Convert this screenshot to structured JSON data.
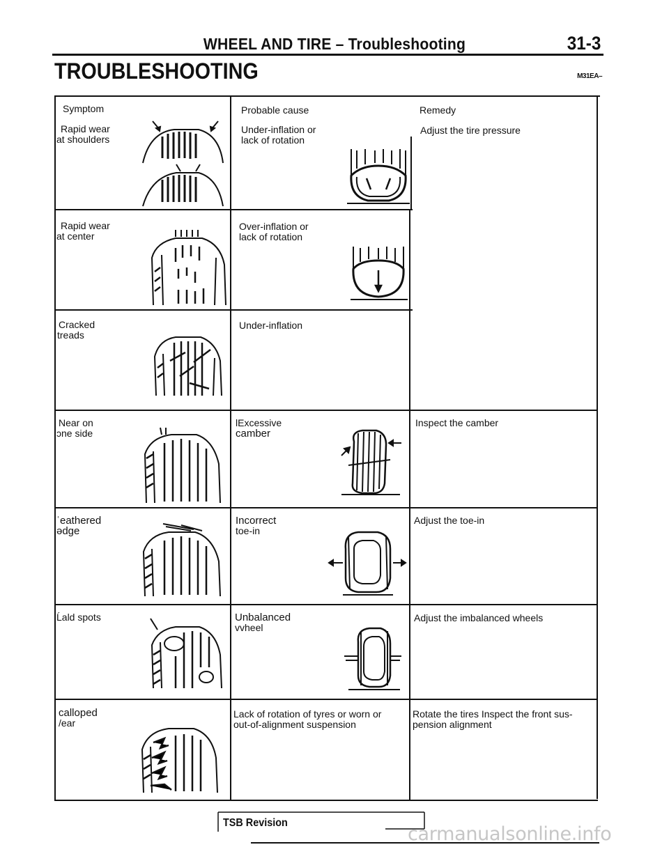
{
  "header": {
    "title": "WHEEL AND TIRE – Troubleshooting",
    "page_number": "31-3"
  },
  "section": {
    "title": "TROUBLESHOOTING",
    "code": "M31EA–"
  },
  "table": {
    "headers": {
      "symptom": "Symptom",
      "cause": "Probable cause",
      "remedy": "Remedy"
    },
    "rows": [
      {
        "symptom_line1": "Rapid wear",
        "symptom_line2": "at shoulders",
        "cause_line1": "Under-inflation or",
        "cause_line2": "lack of rotation",
        "remedy_line1": "Adjust the tire pressure",
        "remedy_line2": ""
      },
      {
        "symptom_line1": "Rapid wear",
        "symptom_line2": "at center",
        "cause_line1": "Over-inflation or",
        "cause_line2": "lack of rotation",
        "remedy_line1": "",
        "remedy_line2": ""
      },
      {
        "symptom_line1": "Cracked",
        "symptom_line2": "treads",
        "cause_line1": "Under-inflation",
        "cause_line2": "",
        "remedy_line1": "",
        "remedy_line2": ""
      },
      {
        "symptom_line1": "Near on",
        "symptom_line2": "ɔne side",
        "cause_line1": "lExcessive",
        "cause_line2": "camber",
        "remedy_line1": "Inspect the camber",
        "remedy_line2": ""
      },
      {
        "symptom_line1": "ʿeathered",
        "symptom_line2": "ədge",
        "cause_line1": "Incorrect",
        "cause_line2": "toe-in",
        "remedy_line1": "Adjust the toe-in",
        "remedy_line2": ""
      },
      {
        "symptom_line1": "Ĺald spots",
        "symptom_line2": "",
        "cause_line1": "Unbalanced",
        "cause_line2": "vvheel",
        "remedy_line1": "Adjust the imbalanced wheels",
        "remedy_line2": ""
      },
      {
        "symptom_line1": "calloped",
        "symptom_line2": "/ear",
        "cause_line1": "Lack of rotation of tyres or worn or",
        "cause_line2": "out-of-alignment suspension",
        "remedy_line1": "Rotate the tires Inspect the front sus-",
        "remedy_line2": "pension alignment"
      }
    ]
  },
  "footer": {
    "label": "TSB Revision"
  },
  "watermark": "carmanualsonline.info"
}
